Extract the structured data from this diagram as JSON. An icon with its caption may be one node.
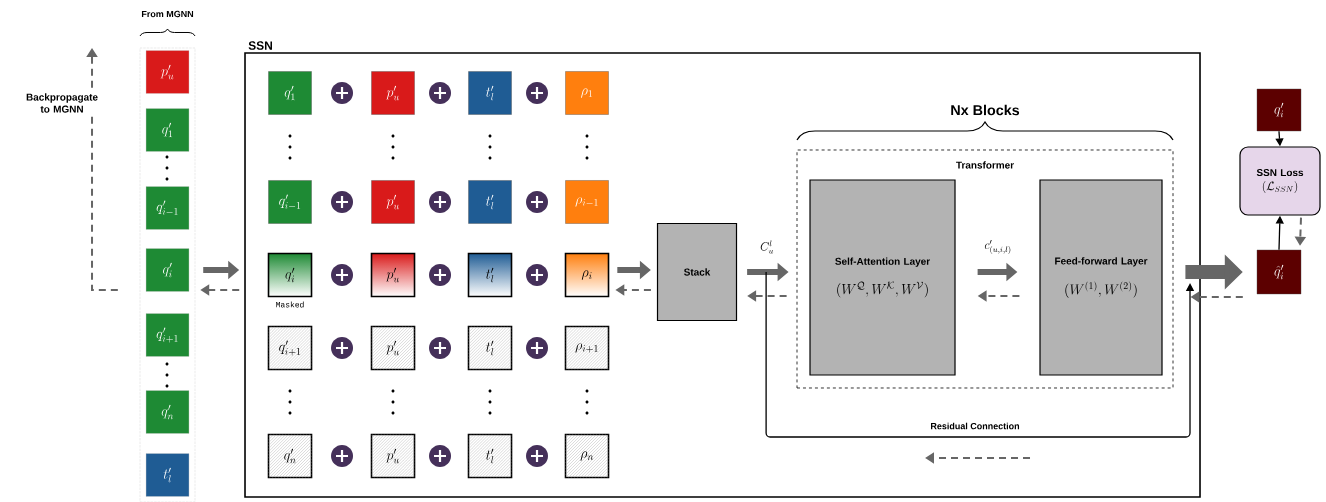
{
  "diagram": {
    "nodes": [
      {
        "text": [
          "From MGNN"
        ]
      },
      {
        "text": [
          "p'_u"
        ],
        "in": 0
      },
      {
        "text": [
          "q'_1"
        ],
        "in": 0
      },
      {
        "text": [
          "q'_{i-1}"
        ],
        "in": 0
      },
      {
        "text": [
          "q'_i"
        ],
        "in": 0
      },
      {
        "text": [
          "q'_{i+1}"
        ],
        "in": 0
      },
      {
        "text": [
          "q'_n"
        ],
        "in": 0
      },
      {
        "text": [
          "t'_l"
        ],
        "in": 0
      },
      {
        "text": [
          "SSN"
        ]
      },
      {
        "text": [
          "q'_1"
        ],
        "in": 8
      },
      {
        "text": [
          "p'_u"
        ],
        "in": 8
      },
      {
        "text": [
          "t'_l"
        ],
        "in": 8
      },
      {
        "text": [
          "\\rho_1"
        ],
        "in": 8
      },
      {
        "text": [
          "q'_{i-1}"
        ],
        "in": 8
      },
      {
        "text": [
          "p'_u"
        ],
        "in": 8
      },
      {
        "text": [
          "t'_l"
        ],
        "in": 8
      },
      {
        "text": [
          "\\rho_{i-1}"
        ],
        "in": 8
      },
      {
        "text": [
          "q'_i"
        ],
        "beside": [
          "Masked"
        ],
        "in": 8
      },
      {
        "text": [
          "p'_u"
        ],
        "in": 8
      },
      {
        "text": [
          "t'_l"
        ],
        "in": 8
      },
      {
        "text": [
          "\\rho_i"
        ],
        "in": 8
      },
      {
        "text": [
          "q'_{i+1}"
        ],
        "in": 8
      },
      {
        "text": [
          "p'_u"
        ],
        "in": 8
      },
      {
        "text": [
          "t'_l"
        ],
        "in": 8
      },
      {
        "text": [
          "\\rho_{i+1}"
        ],
        "in": 8
      },
      {
        "text": [
          "q'_n"
        ],
        "in": 8
      },
      {
        "text": [
          "p'_u"
        ],
        "in": 8
      },
      {
        "text": [
          "t'_l"
        ],
        "in": 8
      },
      {
        "text": [
          "\\rho_n"
        ],
        "in": 8
      },
      {
        "text": [
          "Stack"
        ],
        "in": 8
      },
      {
        "text": [
          "Transformer"
        ],
        "in": 8
      },
      {
        "text": [
          "Self-Attention Layer",
          "(W^{\\mathcal{Q}}, W^{\\mathcal{K}}, W^{\\mathcal{V}})"
        ],
        "in": 30
      },
      {
        "text": [
          "Feed-forward Layer",
          "(W^{(1)}, W^{(2)})"
        ],
        "in": 30
      },
      {
        "text": [
          "q'_i"
        ]
      },
      {
        "text": [
          "SSN Loss",
          "(\\mathcal{L}_{SSN})"
        ]
      },
      {
        "text": [
          "\\hat{q}'_i"
        ]
      }
    ],
    "edges": [
      {
        "from": 0,
        "to": 8,
        "arrow": "to",
        "style": "thick"
      },
      {
        "from": 8,
        "to": 0,
        "arrow": "to",
        "style": "dashed"
      },
      {
        "from": 0,
        "to": null,
        "arrow": "to",
        "style": "dashed",
        "label": "Backpropagate to MGNN"
      },
      {
        "from": 20,
        "to": 29,
        "arrow": "to",
        "style": "thick"
      },
      {
        "from": 29,
        "to": 20,
        "arrow": "to",
        "style": "dashed"
      },
      {
        "from": 29,
        "to": 30,
        "arrow": "to",
        "style": "thick",
        "label": "C_u^l"
      },
      {
        "from": 30,
        "to": 29,
        "arrow": "to",
        "style": "dashed"
      },
      {
        "from": 31,
        "to": 32,
        "arrow": "to",
        "style": "thick",
        "label": "c'_{(u,i,l)}"
      },
      {
        "from": 32,
        "to": 31,
        "arrow": "to",
        "style": "dashed"
      },
      {
        "from": 30,
        "to": 35,
        "arrow": "to",
        "style": "thick"
      },
      {
        "from": 35,
        "to": 30,
        "arrow": "to",
        "style": "dashed"
      },
      {
        "from": 29,
        "to": null,
        "arrow": "to",
        "color": "#000000",
        "label": "Residual Connection"
      },
      {
        "from": 33,
        "to": 34,
        "arrow": "to",
        "color": "#000000"
      },
      {
        "from": 35,
        "to": 34,
        "arrow": "to",
        "color": "#000000"
      },
      {
        "from": 34,
        "to": 35,
        "arrow": "to",
        "style": "dashed"
      }
    ],
    "labels": [
      "Nx Blocks"
    ]
  }
}
